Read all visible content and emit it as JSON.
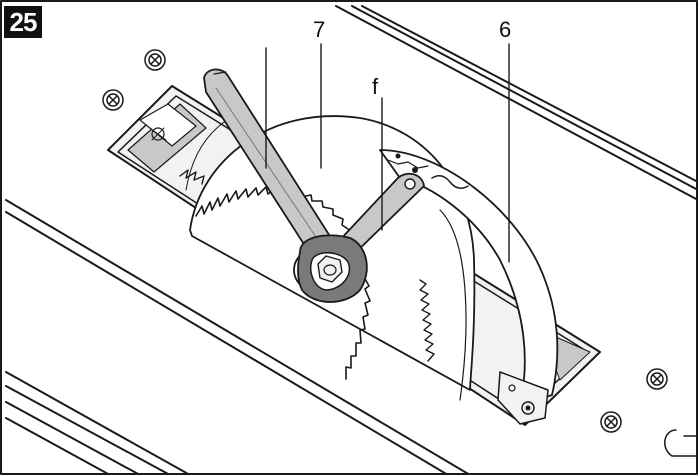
{
  "figure": {
    "number": "25"
  },
  "callouts": [
    {
      "id": "blank",
      "text": ""
    },
    {
      "id": "7",
      "text": "7"
    },
    {
      "id": "6",
      "text": "6"
    },
    {
      "id": "f",
      "text": "f"
    }
  ],
  "colors": {
    "line": "#1a1a1a",
    "fill_light": "#f2f2f2",
    "fill_mid": "#c8c8c8",
    "fill_dark": "#7a7a7a",
    "label_bg": "#111111",
    "label_fg": "#ffffff"
  }
}
